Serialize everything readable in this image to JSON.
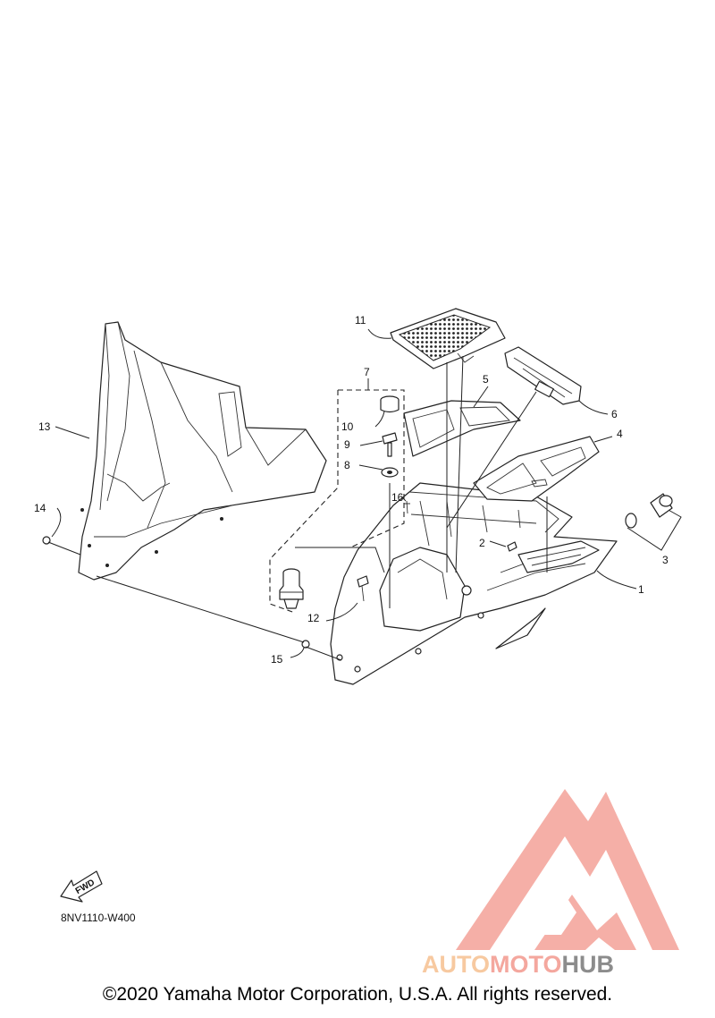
{
  "diagram": {
    "callouts": [
      "1",
      "2",
      "3",
      "4",
      "5",
      "6",
      "7",
      "8",
      "9",
      "10",
      "11",
      "12",
      "13",
      "14",
      "15",
      "16"
    ],
    "diagram_code": "8NV1110-W400",
    "fwd_label": "FWD"
  },
  "watermark": {
    "part1": "AUTO",
    "part2": "MOTO",
    "part3": "HUB",
    "color1": "#f7c9a0",
    "color2": "#f4a79e",
    "color3": "#8c8c8c"
  },
  "footer": {
    "copyright": "©2020 Yamaha Motor Corporation, U.S.A. All rights reserved."
  }
}
